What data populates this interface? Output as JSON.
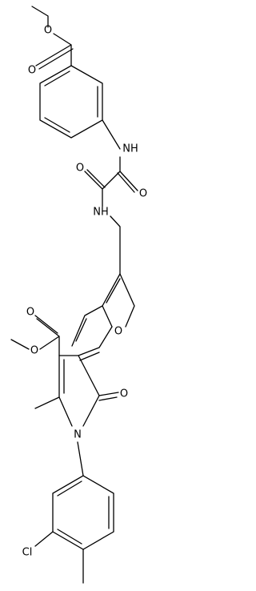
{
  "atoms": {
    "ester_O_top": "O",
    "ester_O_carbonyl_top": "O",
    "amide_NH_upper": "NH",
    "amide_O_left": "O",
    "amide_O_right": "O",
    "amide_NH_lower": "NH",
    "furan_O": "O",
    "ester_O_carbonyl_bottom": "O",
    "ester_O_bottom": "O",
    "pyrrole_O": "O",
    "pyrrole_N": "N",
    "chloro": "Cl"
  },
  "colors": {
    "bond": "#000000",
    "label": "#000000",
    "background": "#ffffff"
  }
}
